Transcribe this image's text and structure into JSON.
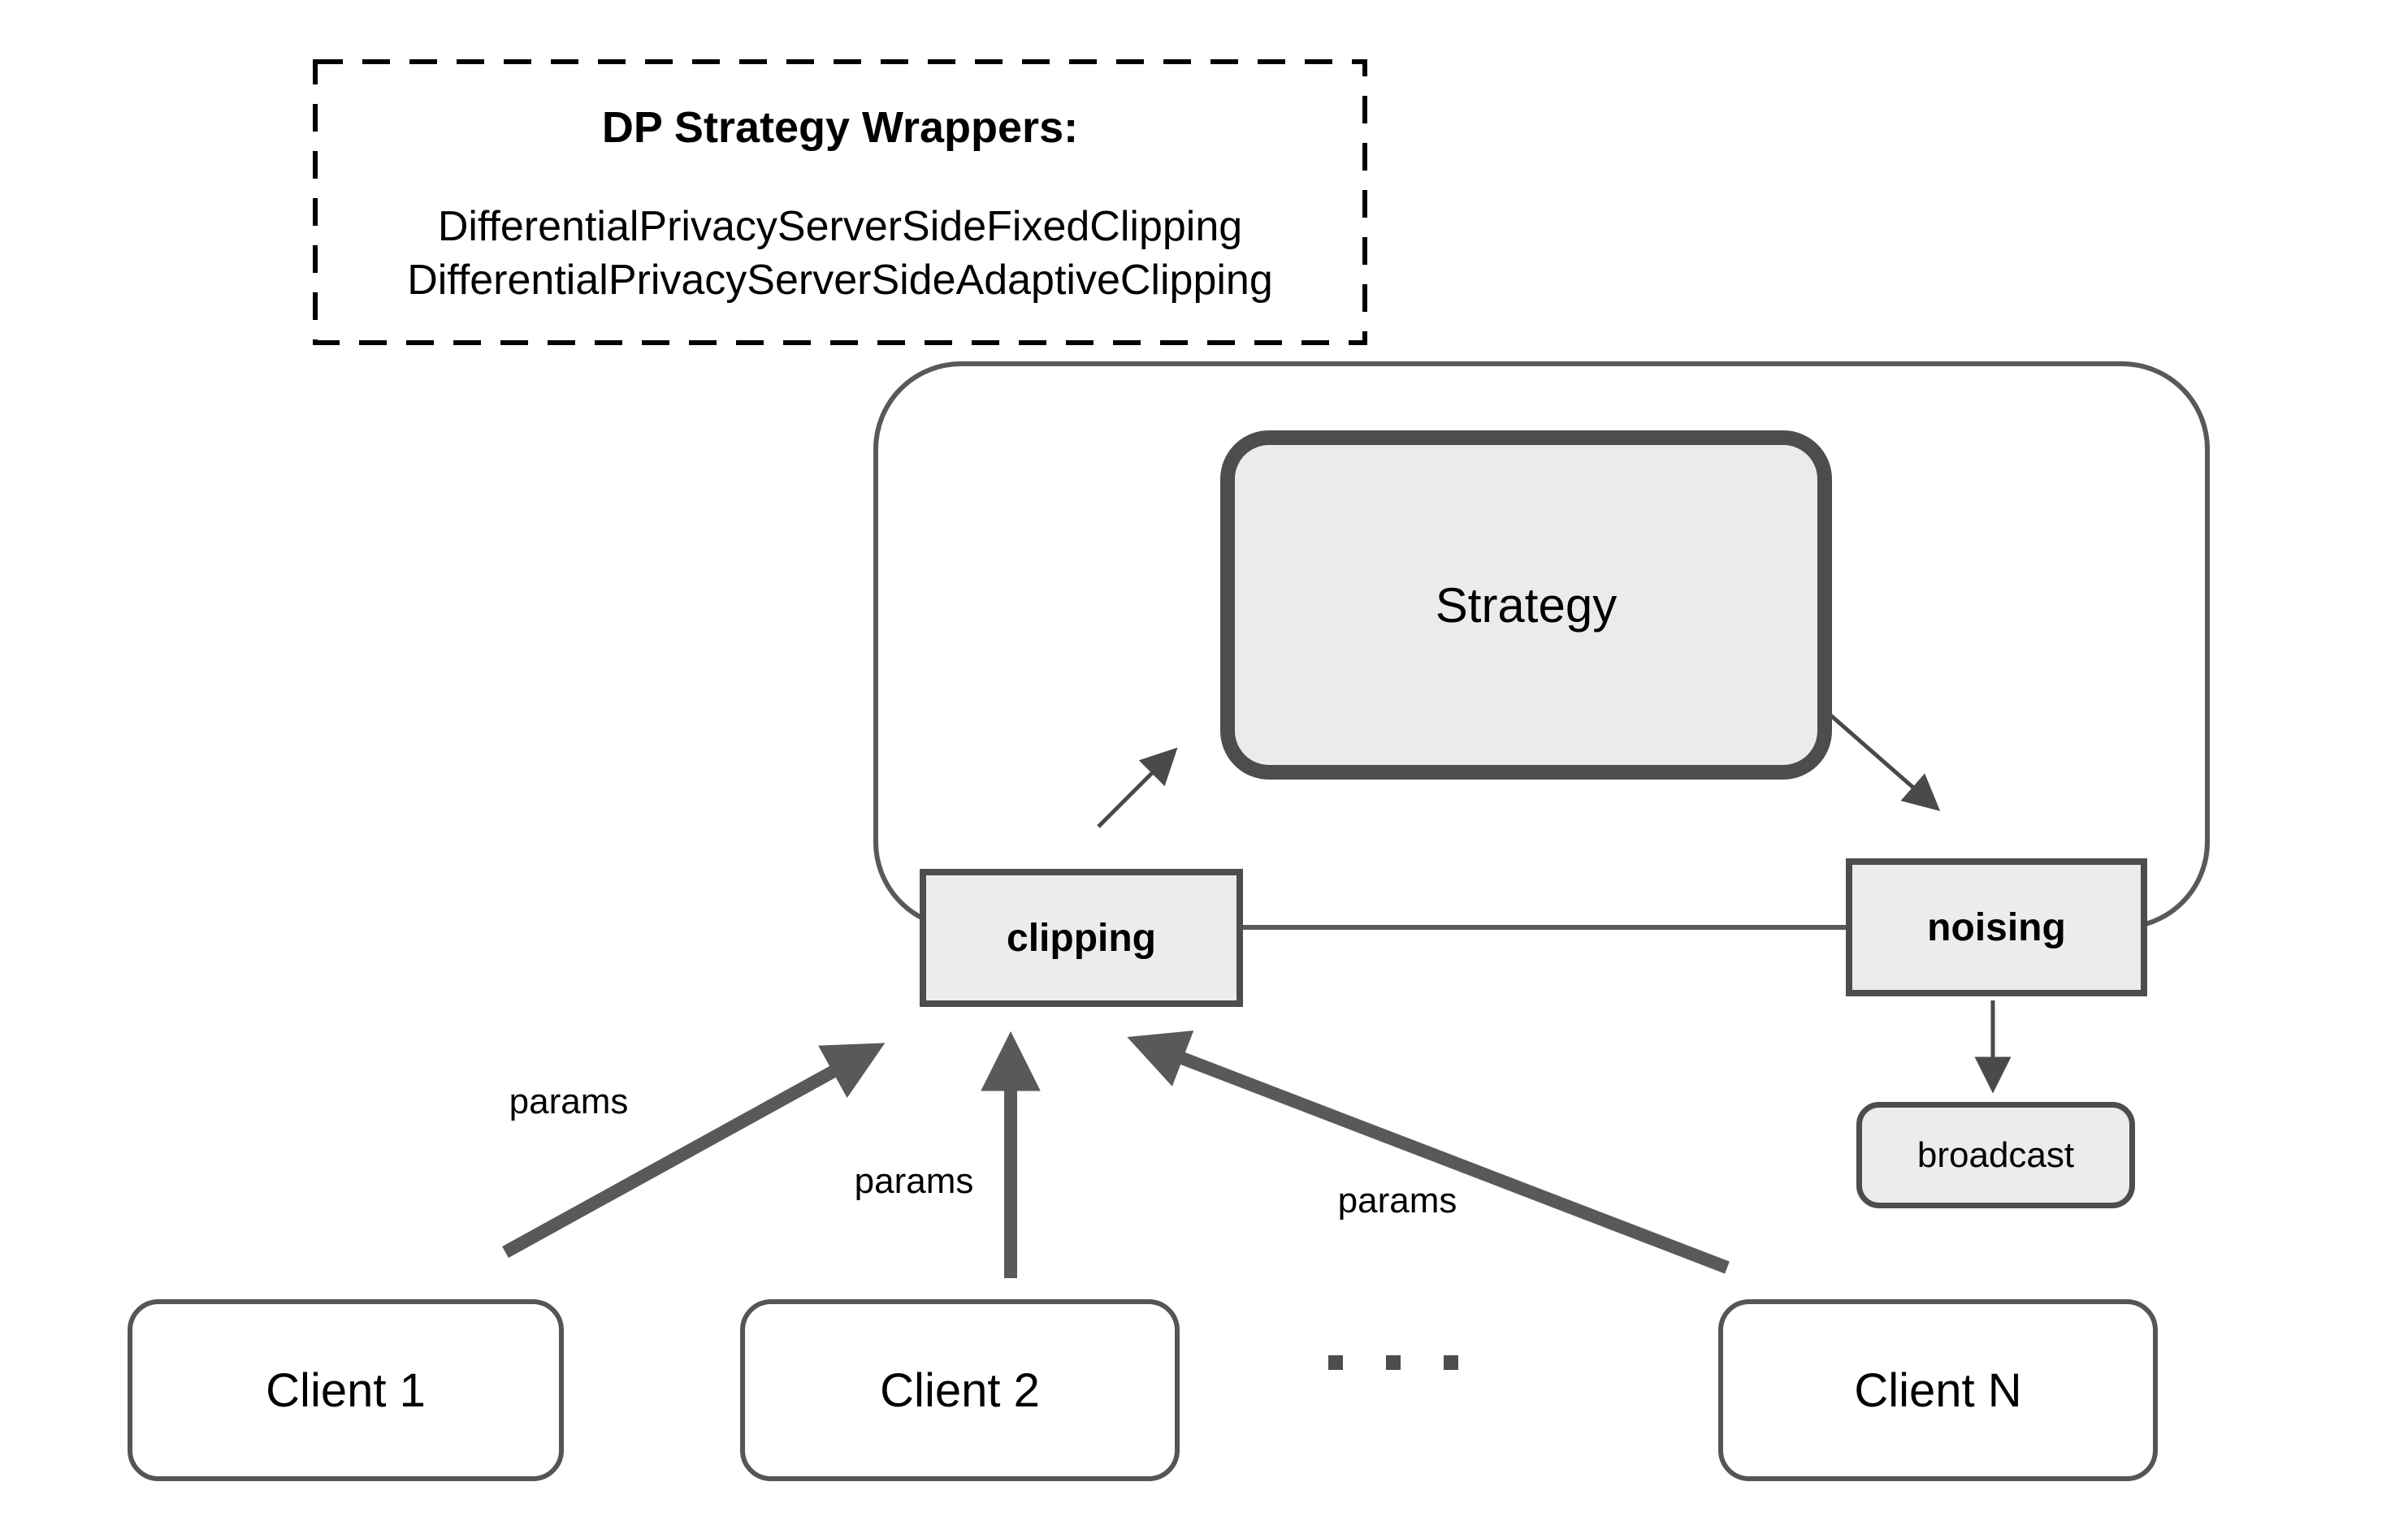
{
  "legend": {
    "title": "DP Strategy Wrappers:",
    "items": [
      "DifferentialPrivacyServerSideFixedClipping",
      "DifferentialPrivacyServerSideAdaptiveClipping"
    ]
  },
  "server": {
    "strategy_label": "Strategy",
    "clipping_label": "clipping",
    "noising_label": "noising",
    "broadcast_label": "broadcast"
  },
  "clients": [
    {
      "label": "Client 1"
    },
    {
      "label": "Client 2"
    },
    {
      "label": "Client N"
    }
  ],
  "edges": {
    "params_labels": [
      "params",
      "params",
      "params"
    ]
  },
  "colors": {
    "node_fill": "#ececec",
    "strategy_fill": "#ebebeb",
    "node_border": "#4d4d4d",
    "arrow_gray": "#595959",
    "dashed_border": "#000000",
    "client_fill": "#ffffff"
  }
}
